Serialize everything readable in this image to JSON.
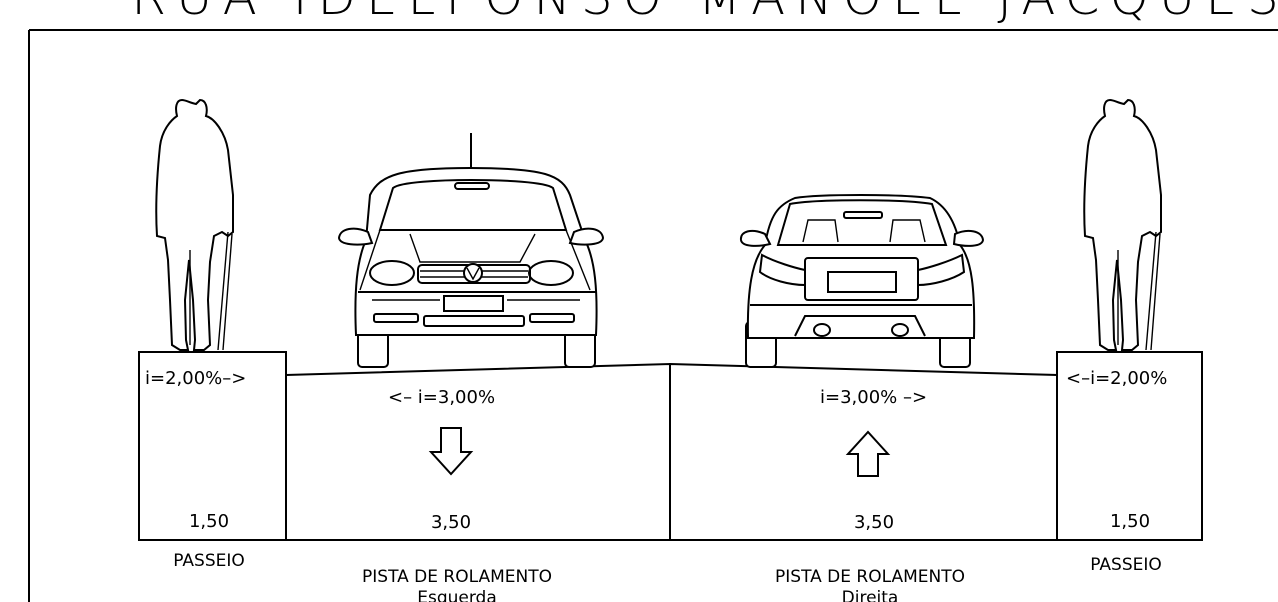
{
  "title": "RUA IDELFONSO MANOEL JACQUES",
  "sections": [
    {
      "id": "passeio-left",
      "width_label": "1,50",
      "slope_label": "i=2,00%–>",
      "name": "PASSEIO"
    },
    {
      "id": "pista-left",
      "width_label": "3,50",
      "slope_label": "<– i=3,00%",
      "name": "PISTA DE ROLAMENTO",
      "subname": "Esquerda",
      "direction": "down"
    },
    {
      "id": "pista-right",
      "width_label": "3,50",
      "slope_label": "i=3,00% –>",
      "name": "PISTA DE ROLAMENTO",
      "subname": "Direita",
      "direction": "up"
    },
    {
      "id": "passeio-right",
      "width_label": "1,50",
      "slope_label": "<–i=2,00%",
      "name": "PASSEIO"
    }
  ],
  "icons": {
    "left_pedestrian": "pedestrian-icon",
    "left_car": "car-front-icon",
    "right_car": "car-rear-icon",
    "right_pedestrian": "pedestrian-icon"
  }
}
